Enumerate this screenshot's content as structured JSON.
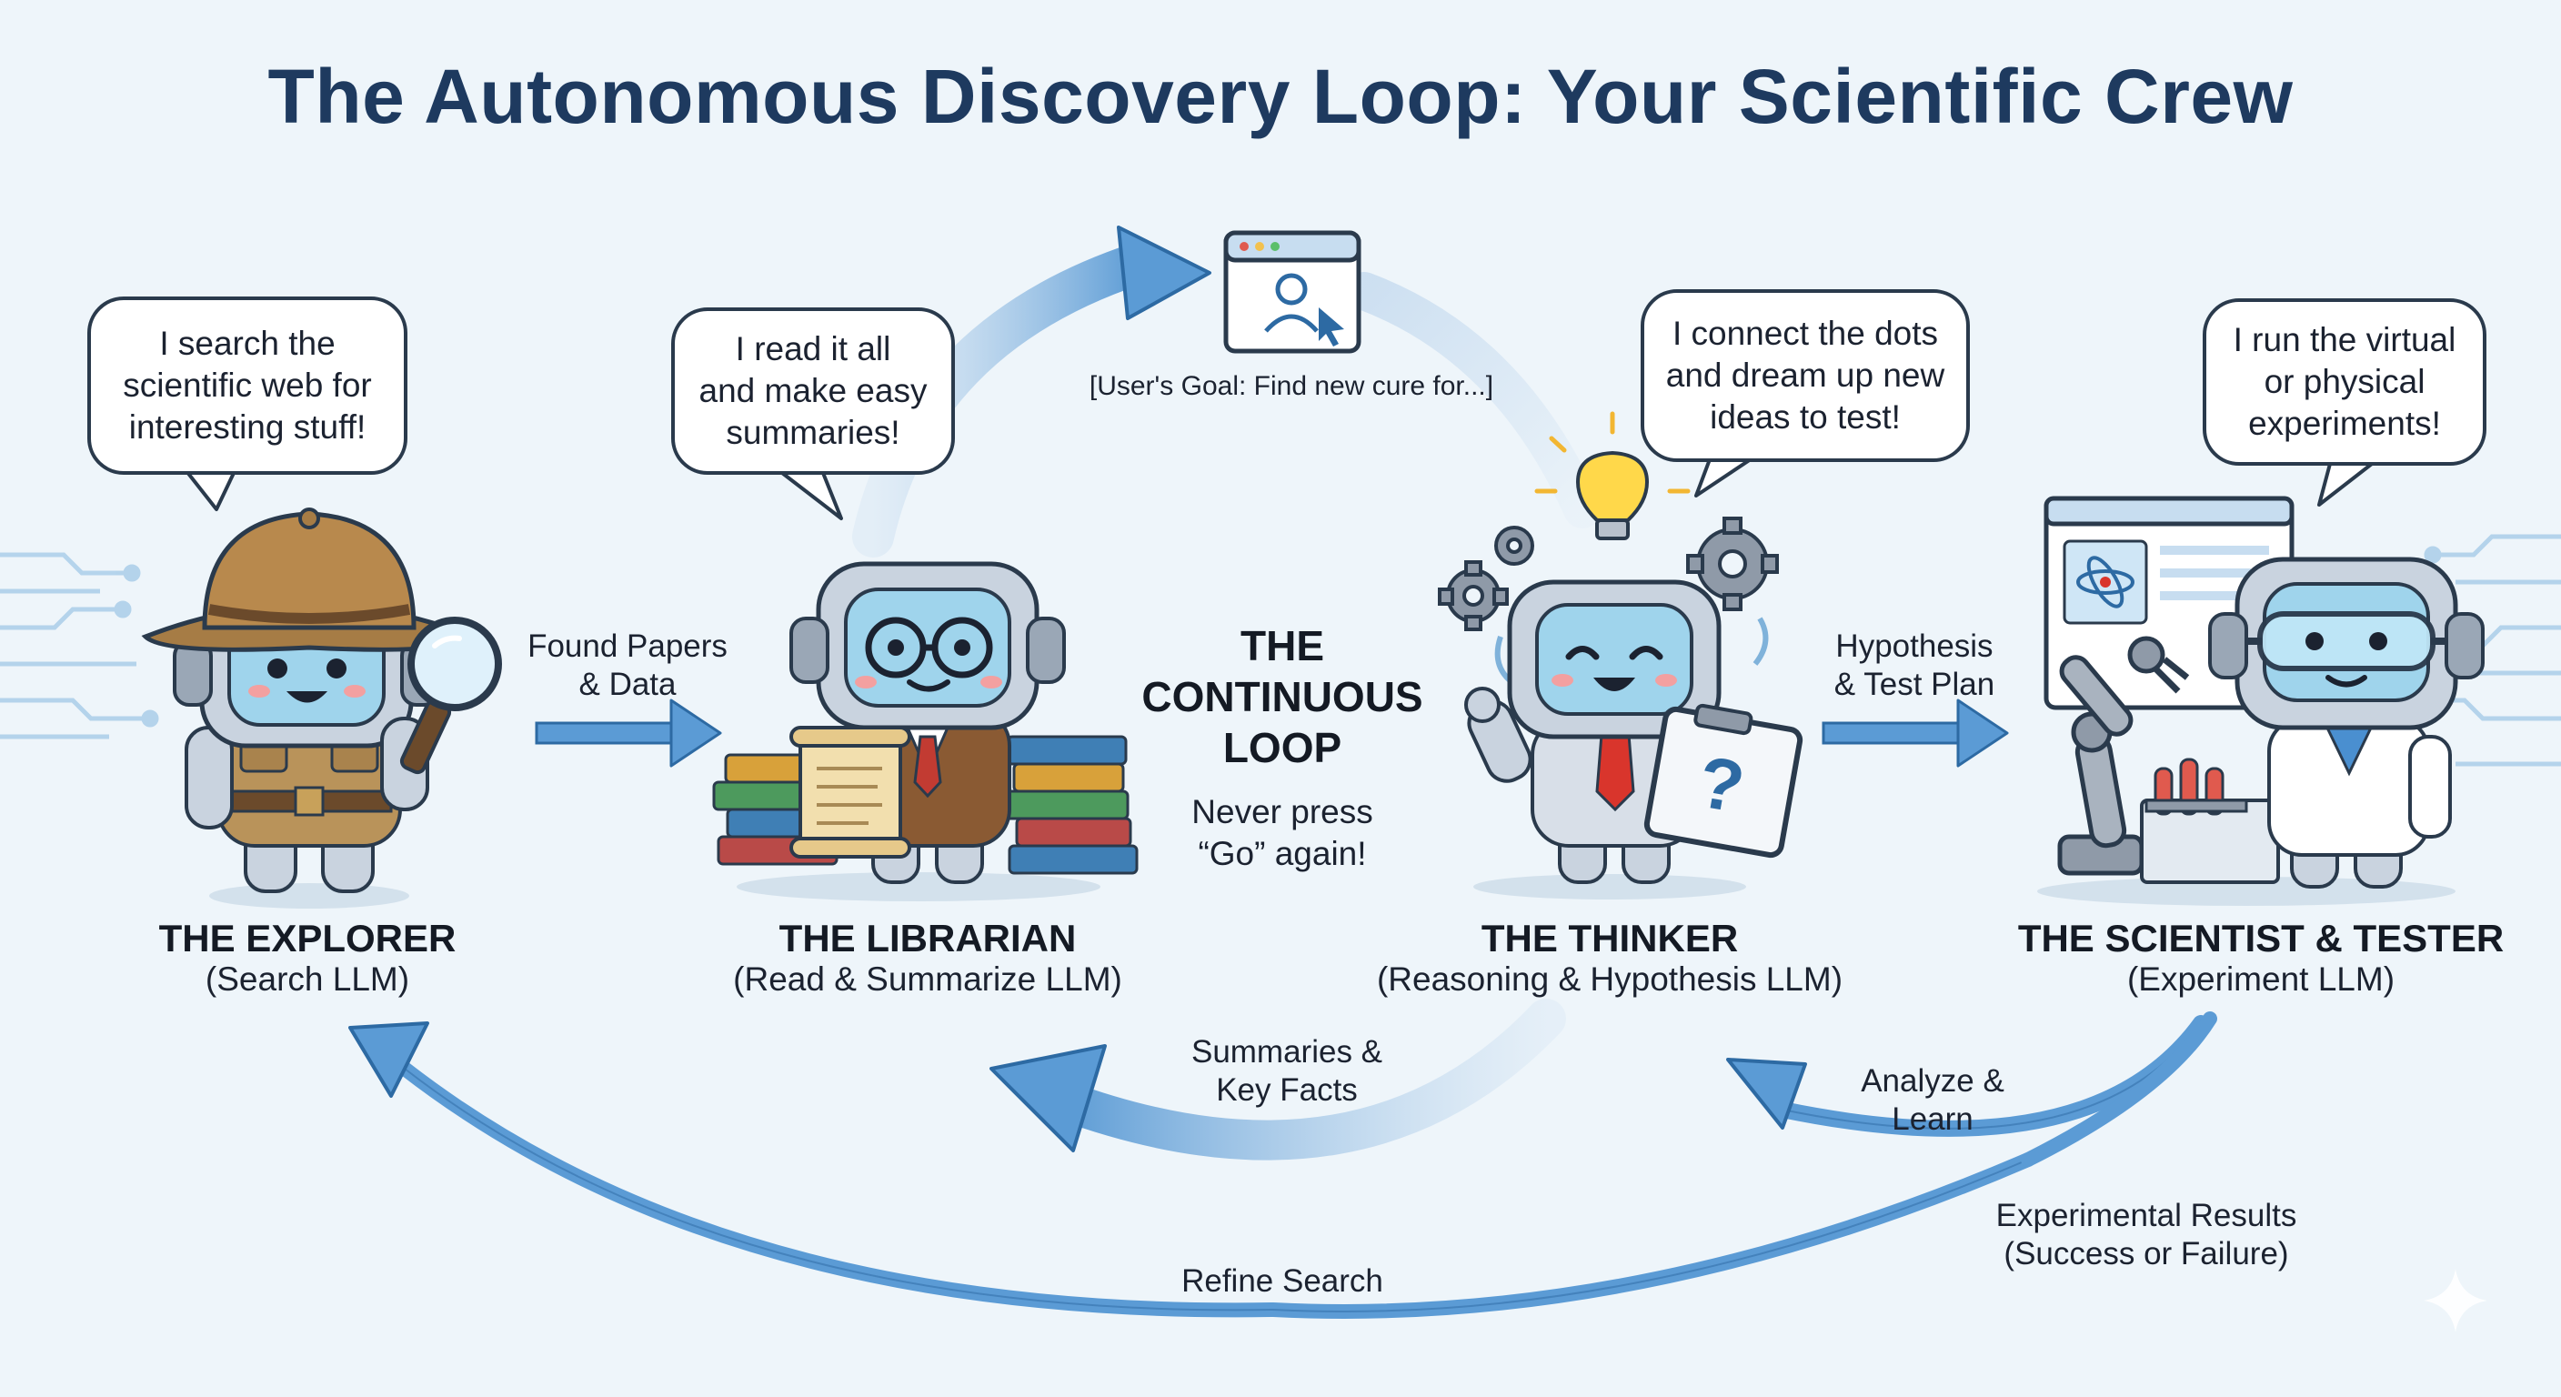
{
  "title": "The Autonomous Discovery Loop: Your Scientific Crew",
  "center": {
    "title_lines": [
      "THE",
      "CONTINUOUS",
      "LOOP"
    ],
    "subtitle_lines": [
      "Never press",
      "“Go” again!"
    ]
  },
  "user_goal": "[User's Goal: Find new cure for...]",
  "agents": [
    {
      "id": "explorer",
      "name": "THE EXPLORER",
      "role": "(Search LLM)",
      "bubble_lines": [
        "I search the",
        "scientific web for",
        "interesting stuff!"
      ]
    },
    {
      "id": "librarian",
      "name": "THE LIBRARIAN",
      "role": "(Read & Summarize LLM)",
      "bubble_lines": [
        "I read it all",
        "and make easy",
        "summaries!"
      ]
    },
    {
      "id": "thinker",
      "name": "THE THINKER",
      "role": "(Reasoning & Hypothesis LLM)",
      "bubble_lines": [
        "I connect the dots",
        "and dream up new",
        "ideas to test!"
      ]
    },
    {
      "id": "scientist",
      "name": "THE SCIENTIST & TESTER",
      "role": "(Experiment LLM)",
      "bubble_lines": [
        "I run the virtual",
        "or physical",
        "experiments!"
      ]
    }
  ],
  "flows": {
    "found_papers": [
      "Found Papers",
      "& Data"
    ],
    "hypothesis": [
      "Hypothesis",
      "& Test Plan"
    ],
    "summaries": [
      "Summaries &",
      "Key Facts"
    ],
    "analyze": [
      "Analyze &",
      "Learn"
    ],
    "results": [
      "Experimental Results",
      "(Success or Failure)"
    ],
    "refine": "Refine Search"
  },
  "colors": {
    "title": "#1e3a5f",
    "arrow_blue": "#5b9bd5",
    "arrow_stroke": "#2d6aa3",
    "robot_body": "#c9d3df",
    "screen": "#9fd4ec",
    "background": "#eef5fa"
  }
}
